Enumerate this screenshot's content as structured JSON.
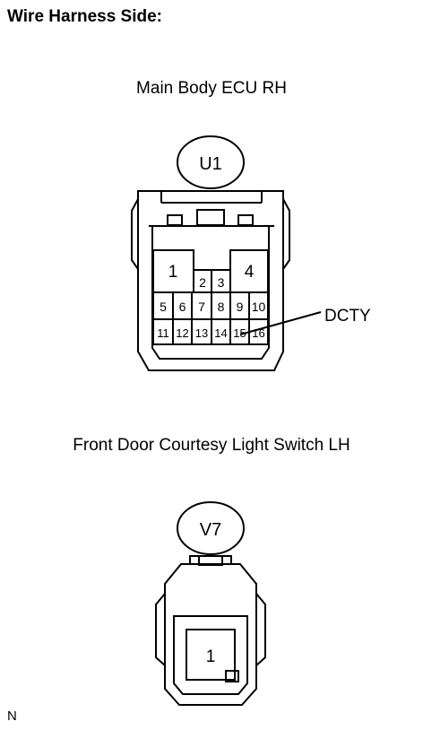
{
  "heading": "Wire Harness Side:",
  "connector1": {
    "title": "Main Body ECU RH",
    "code": "U1",
    "pins_large": [
      "1",
      "4"
    ],
    "pins_top": [
      "2",
      "3"
    ],
    "pins_row1": [
      "5",
      "6",
      "7",
      "8",
      "9",
      "10"
    ],
    "pins_row2": [
      "11",
      "12",
      "13",
      "14",
      "15",
      "16"
    ],
    "callout": "DCTY"
  },
  "connector2": {
    "title": "Front Door Courtesy Light Switch LH",
    "code": "V7",
    "pin": "1"
  },
  "footer": "N"
}
